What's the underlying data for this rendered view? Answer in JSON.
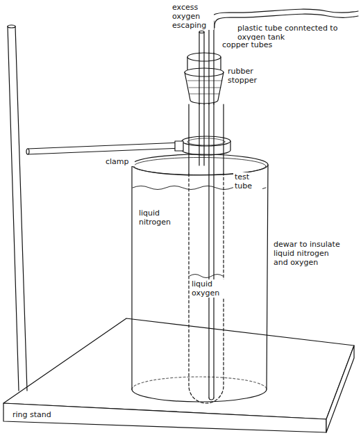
{
  "diagram": {
    "labels": [
      "excess oxygen escaping",
      "plastic tube conntected to oxygen tank",
      "copper tubes",
      "rubber stopper",
      "clamp",
      "test tube",
      "liquid nitrogen",
      "dewar to insulate liquid nitrogen and oxygen",
      "liquid oxygen",
      "ring stand"
    ]
  }
}
